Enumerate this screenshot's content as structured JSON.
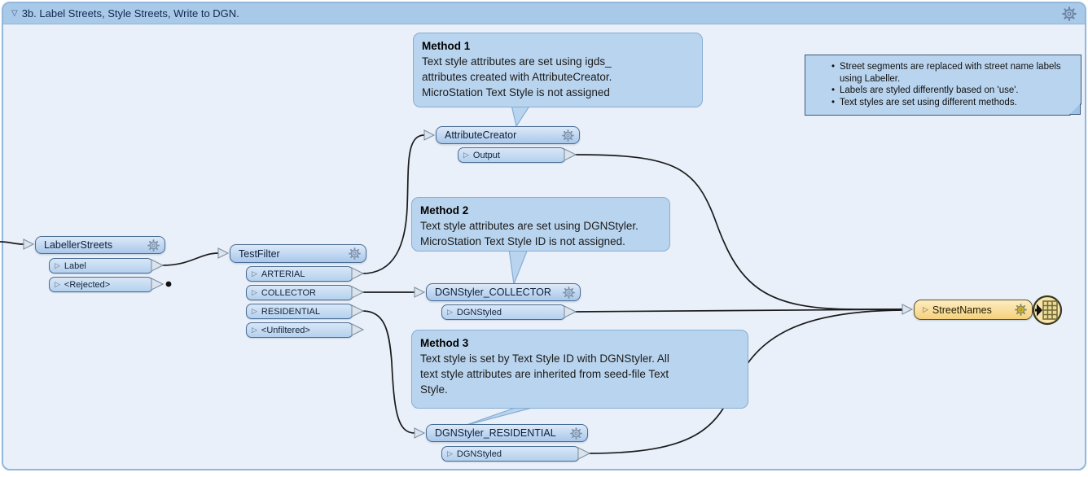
{
  "bookmark": {
    "title": "3b. Label Streets, Style Streets, Write to DGN."
  },
  "icons": {
    "collapse": "▽",
    "port": "▷",
    "gear": "gear-icon",
    "writer_table": "table-badge-icon"
  },
  "nodes": {
    "labeller": {
      "title": "LabellerStreets",
      "ports": [
        {
          "label": "Label"
        },
        {
          "label": "<Rejected>"
        }
      ]
    },
    "testfilter": {
      "title": "TestFilter",
      "ports": [
        {
          "label": "ARTERIAL"
        },
        {
          "label": "COLLECTOR"
        },
        {
          "label": "RESIDENTIAL"
        },
        {
          "label": "<Unfiltered>"
        }
      ]
    },
    "attributecreator": {
      "title": "AttributeCreator",
      "ports": [
        {
          "label": "Output"
        }
      ]
    },
    "dgnstyler_collector": {
      "title": "DGNStyler_COLLECTOR",
      "ports": [
        {
          "label": "DGNStyled"
        }
      ]
    },
    "dgnstyler_residential": {
      "title": "DGNStyler_RESIDENTIAL",
      "ports": [
        {
          "label": "DGNStyled"
        }
      ]
    },
    "streetnames": {
      "title": "StreetNames"
    }
  },
  "annotations": {
    "method1": {
      "title": "Method 1",
      "lines": [
        "Text style attributes are set using igds_",
        "attributes created with AttributeCreator.",
        "MicroStation Text Style is not assigned"
      ]
    },
    "method2": {
      "title": "Method 2",
      "lines": [
        "Text style attributes are set using DGNStyler.",
        "MicroStation Text Style ID is not assigned."
      ]
    },
    "method3": {
      "title": "Method 3",
      "lines": [
        "Text style is set by Text Style ID with DGNStyler. All",
        "text style attributes are inherited from seed-file Text",
        "Style."
      ]
    },
    "note": {
      "bullets": [
        "Street segments are replaced with street name labels using Labeller.",
        "Labels are styled differently based on 'use'.",
        "Text styles are set using different methods."
      ]
    }
  },
  "colors": {
    "bookmark_fill": "#e9f0f9",
    "bookmark_border": "#93b7dc",
    "titlebar": "#a9c9e9",
    "node_border": "#4a6d94",
    "node_fill_top": "#dde9f8",
    "node_fill_bottom": "#a9c8ea",
    "port_fill": "#b4d1ee",
    "annotation_fill": "#b9d4ee",
    "writer_fill_top": "#fdedc1",
    "writer_fill_bottom": "#f5d17e",
    "writer_border": "#5c5430",
    "connection": "#1a1a1a",
    "gear_yellow": "#f7c600"
  }
}
